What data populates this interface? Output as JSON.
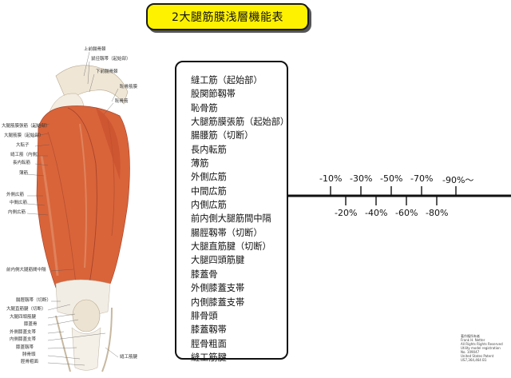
{
  "title": "2大腿筋膜浅層機能表",
  "muscle_list": [
    "縫工筋（起始部）",
    "股関節靱帯",
    "恥骨筋",
    "大腿筋膜張筋（起始部）",
    "腸腰筋（切断）",
    "長内転筋",
    "薄筋",
    "外側広筋",
    "中間広筋",
    "内側広筋",
    "前内側大腿筋間中隔",
    "腸脛靱帯（切断）",
    "大腿直筋腱（切断）",
    "大腿四頭筋腱",
    "膝蓋骨",
    "外側膝蓋支帯",
    "内側膝蓋支帯",
    "腓骨頭",
    "膝蓋靱帯",
    "脛骨粗面",
    "縫工筋腱"
  ],
  "scale": {
    "upper_labels": [
      "-10%",
      "-30%",
      "-50%",
      "-70%",
      "-90%〜"
    ],
    "lower_labels": [
      "-20%",
      "-40%",
      "-60%",
      "-80%"
    ]
  },
  "anatomy_labels": [
    "上前腸骨棘",
    "鼠径靱帯（起始部）",
    "下前腸骨棘",
    "恥骨筋膜",
    "恥骨筋",
    "大腿筋膜張筋（起始部）",
    "大腿筋膜（起始部）",
    "大転子",
    "縫工筋（内側）",
    "長内転筋",
    "薄筋",
    "外側広筋",
    "中間広筋",
    "内側広筋",
    "前内側大腿筋間中隔",
    "腸脛靱帯（切断）",
    "大腿直筋腱（切断）",
    "大腿四頭筋腱",
    "膝蓋骨",
    "外側膝蓋支帯",
    "内側膝蓋支帯",
    "膝蓋靱帯",
    "腓骨頭",
    "脛骨粗面",
    "縫工筋腱"
  ],
  "copyright": [
    "著作権所有者",
    "Frank H. Netter",
    "All Rights Rights Reserved",
    "Utility model registration",
    "No. 109047",
    "United States Patent",
    "US7,364,464 B1"
  ],
  "colors": {
    "title_bg": "#fff200",
    "muscle": "#d9643a",
    "tendon": "#f2ede4"
  }
}
